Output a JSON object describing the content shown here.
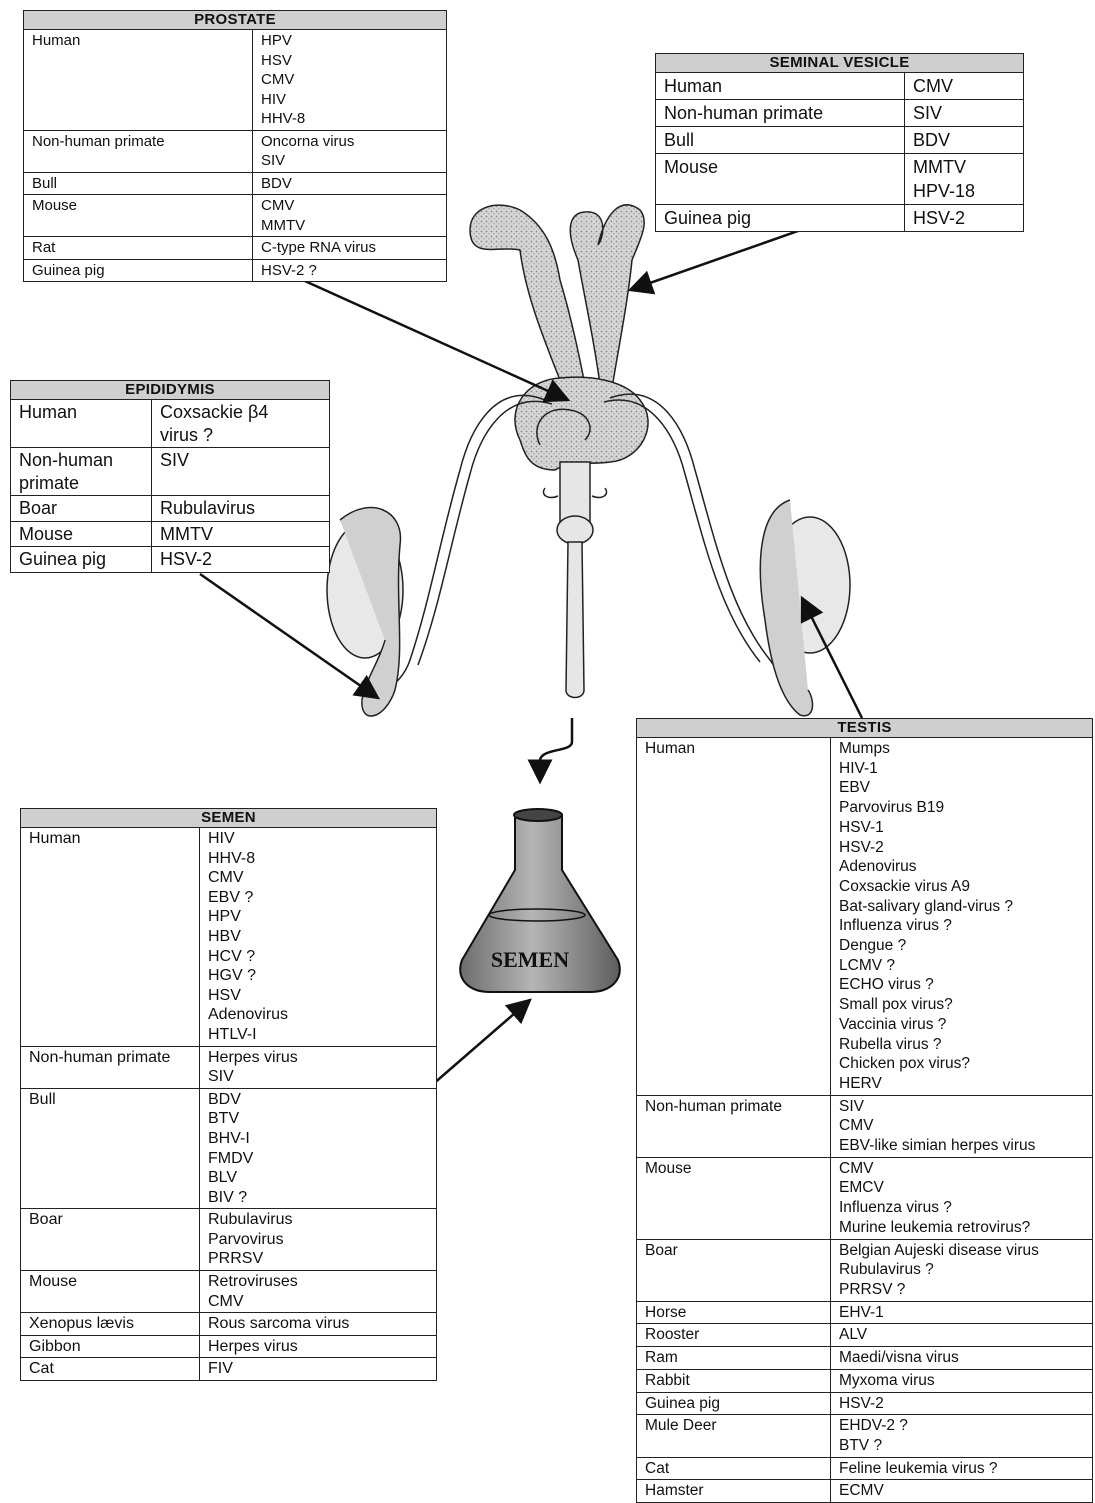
{
  "tables": {
    "prostate": {
      "title": "PROSTATE",
      "rows": [
        {
          "species": "Human",
          "viruses": [
            "HPV",
            "HSV",
            "CMV",
            "HIV",
            "HHV-8"
          ]
        },
        {
          "species": "Non-human primate",
          "viruses": [
            "Oncorna virus",
            "SIV"
          ]
        },
        {
          "species": "Bull",
          "viruses": [
            "BDV"
          ]
        },
        {
          "species": "Mouse",
          "viruses": [
            "CMV",
            "MMTV"
          ]
        },
        {
          "species": "Rat",
          "viruses": [
            "C-type RNA virus"
          ]
        },
        {
          "species": "Guinea pig",
          "viruses": [
            "HSV-2 ?"
          ]
        }
      ]
    },
    "seminal_vesicle": {
      "title": "SEMINAL VESICLE",
      "rows": [
        {
          "species": "Human",
          "viruses": [
            "CMV"
          ]
        },
        {
          "species": "Non-human primate",
          "viruses": [
            "SIV"
          ]
        },
        {
          "species": "Bull",
          "viruses": [
            "BDV"
          ]
        },
        {
          "species": "Mouse",
          "viruses": [
            "MMTV",
            "HPV-18"
          ]
        },
        {
          "species": "Guinea pig",
          "viruses": [
            "HSV-2"
          ]
        }
      ]
    },
    "epididymis": {
      "title": "EPIDIDYMIS",
      "rows": [
        {
          "species": "Human",
          "viruses": [
            "Coxsackie β4",
            "virus ?"
          ]
        },
        {
          "species": "Non-human primate",
          "viruses": [
            "SIV"
          ]
        },
        {
          "species": "Boar",
          "viruses": [
            "Rubulavirus"
          ]
        },
        {
          "species": "Mouse",
          "viruses": [
            "MMTV"
          ]
        },
        {
          "species": "Guinea pig",
          "viruses": [
            "HSV-2"
          ]
        }
      ]
    },
    "semen": {
      "title": "SEMEN",
      "rows": [
        {
          "species": "Human",
          "viruses": [
            "HIV",
            "HHV-8",
            "CMV",
            "EBV ?",
            "HPV",
            "HBV",
            "HCV ?",
            "HGV ?",
            "HSV",
            "Adenovirus",
            "HTLV-I"
          ]
        },
        {
          "species": "Non-human primate",
          "viruses": [
            "Herpes virus",
            "SIV"
          ]
        },
        {
          "species": "Bull",
          "viruses": [
            "BDV",
            "BTV",
            "BHV-I",
            "FMDV",
            "BLV",
            "BIV ?"
          ]
        },
        {
          "species": "Boar",
          "viruses": [
            "Rubulavirus",
            "Parvovirus",
            "PRRSV"
          ]
        },
        {
          "species": "Mouse",
          "viruses": [
            "Retroviruses",
            "CMV"
          ]
        },
        {
          "species": "Xenopus lævis",
          "viruses": [
            "Rous sarcoma virus"
          ]
        },
        {
          "species": "Gibbon",
          "viruses": [
            "Herpes virus"
          ]
        },
        {
          "species": "Cat",
          "viruses": [
            "FIV"
          ]
        }
      ]
    },
    "testis": {
      "title": "TESTIS",
      "rows": [
        {
          "species": "Human",
          "viruses": [
            "Mumps",
            "HIV-1",
            "EBV",
            "Parvovirus B19",
            "HSV-1",
            "HSV-2",
            "Adenovirus",
            "Coxsackie virus A9",
            "Bat-salivary gland-virus ?",
            "Influenza virus ?",
            "Dengue ?",
            "LCMV ?",
            "ECHO virus ?",
            "Small pox virus?",
            "Vaccinia virus ?",
            "Rubella virus ?",
            "Chicken pox virus?",
            "HERV"
          ]
        },
        {
          "species": "Non-human primate",
          "viruses": [
            "SIV",
            "CMV",
            "EBV-like simian herpes virus"
          ]
        },
        {
          "species": "Mouse",
          "viruses": [
            "CMV",
            "EMCV",
            "Influenza virus ?",
            "Murine leukemia retrovirus?"
          ]
        },
        {
          "species": "Boar",
          "viruses": [
            "Belgian Aujeski disease virus",
            "Rubulavirus ?",
            "PRRSV ?"
          ]
        },
        {
          "species": "Horse",
          "viruses": [
            "EHV-1"
          ]
        },
        {
          "species": "Rooster",
          "viruses": [
            "ALV"
          ]
        },
        {
          "species": "Ram",
          "viruses": [
            "Maedi/visna virus"
          ]
        },
        {
          "species": "Rabbit",
          "viruses": [
            "Myxoma virus"
          ]
        },
        {
          "species": "Guinea pig",
          "viruses": [
            "HSV-2"
          ]
        },
        {
          "species": "Mule Deer",
          "viruses": [
            "EHDV-2 ?",
            "BTV ?"
          ]
        },
        {
          "species": "Cat",
          "viruses": [
            "Feline leukemia virus ?"
          ]
        },
        {
          "species": "Hamster",
          "viruses": [
            "ECMV"
          ]
        }
      ]
    }
  },
  "flask": {
    "label": "SEMEN"
  }
}
